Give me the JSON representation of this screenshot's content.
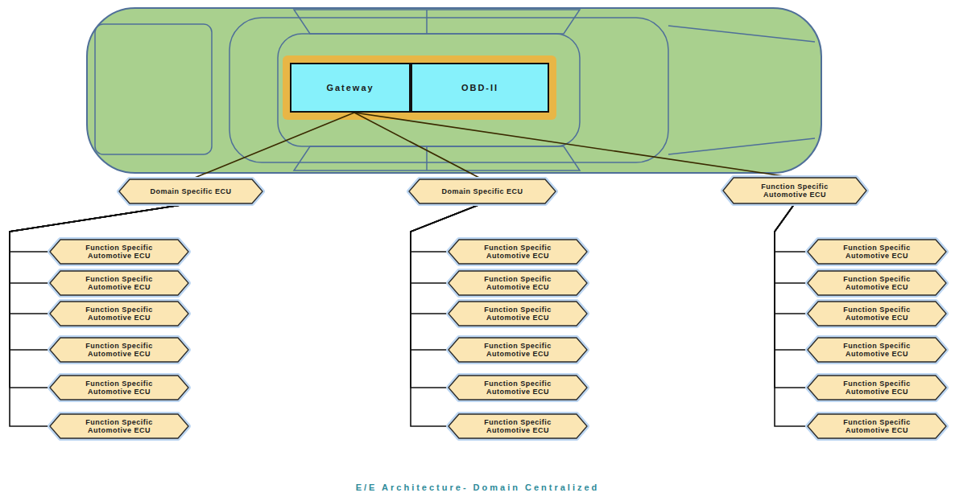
{
  "diagram": {
    "caption": "E/E Architecture- Domain Centralized",
    "nodes": [
      {
        "text": [
          "Gateway"
        ]
      },
      {
        "text": [
          "OBD-II"
        ]
      },
      {
        "text": [
          "Domain Specific ECU"
        ]
      },
      {
        "text": [
          "Domain Specific ECU"
        ]
      },
      {
        "text": [
          "Function Specific Automotive ECU"
        ]
      },
      {
        "text": [
          "Function Specific Automotive ECU"
        ]
      },
      {
        "text": [
          "Function Specific Automotive ECU"
        ]
      },
      {
        "text": [
          "Function Specific Automotive ECU"
        ]
      },
      {
        "text": [
          "Function Specific Automotive ECU"
        ]
      },
      {
        "text": [
          "Function Specific Automotive ECU"
        ]
      },
      {
        "text": [
          "Function Specific Automotive ECU"
        ]
      },
      {
        "text": [
          "Function Specific Automotive ECU"
        ]
      },
      {
        "text": [
          "Function Specific Automotive ECU"
        ]
      },
      {
        "text": [
          "Function Specific Automotive ECU"
        ]
      },
      {
        "text": [
          "Function Specific Automotive ECU"
        ]
      },
      {
        "text": [
          "Function Specific Automotive ECU"
        ]
      },
      {
        "text": [
          "Function Specific Automotive ECU"
        ]
      },
      {
        "text": [
          "Function Specific Automotive ECU"
        ]
      },
      {
        "text": [
          "Function Specific Automotive ECU"
        ]
      },
      {
        "text": [
          "Function Specific Automotive ECU"
        ]
      },
      {
        "text": [
          "Function Specific Automotive ECU"
        ]
      },
      {
        "text": [
          "Function Specific Automotive ECU"
        ]
      },
      {
        "text": [
          "Function Specific Automotive ECU"
        ]
      }
    ],
    "edges": [
      {
        "from": 0,
        "to": 2,
        "arrow": "none"
      },
      {
        "from": 0,
        "to": 3,
        "arrow": "none"
      },
      {
        "from": 0,
        "to": 4,
        "arrow": "none"
      },
      {
        "from": 2,
        "to": 5,
        "arrow": "none"
      },
      {
        "from": 2,
        "to": 6,
        "arrow": "none"
      },
      {
        "from": 2,
        "to": 7,
        "arrow": "none"
      },
      {
        "from": 2,
        "to": 8,
        "arrow": "none"
      },
      {
        "from": 2,
        "to": 9,
        "arrow": "none"
      },
      {
        "from": 2,
        "to": 10,
        "arrow": "none"
      },
      {
        "from": 3,
        "to": 11,
        "arrow": "none"
      },
      {
        "from": 3,
        "to": 12,
        "arrow": "none"
      },
      {
        "from": 3,
        "to": 13,
        "arrow": "none"
      },
      {
        "from": 3,
        "to": 14,
        "arrow": "none"
      },
      {
        "from": 3,
        "to": 15,
        "arrow": "none"
      },
      {
        "from": 3,
        "to": 16,
        "arrow": "none"
      },
      {
        "from": 4,
        "to": 17,
        "arrow": "none"
      },
      {
        "from": 4,
        "to": 18,
        "arrow": "none"
      },
      {
        "from": 4,
        "to": 19,
        "arrow": "none"
      },
      {
        "from": 4,
        "to": 20,
        "arrow": "none"
      },
      {
        "from": 4,
        "to": 21,
        "arrow": "none"
      },
      {
        "from": 4,
        "to": 22,
        "arrow": "none"
      }
    ]
  }
}
